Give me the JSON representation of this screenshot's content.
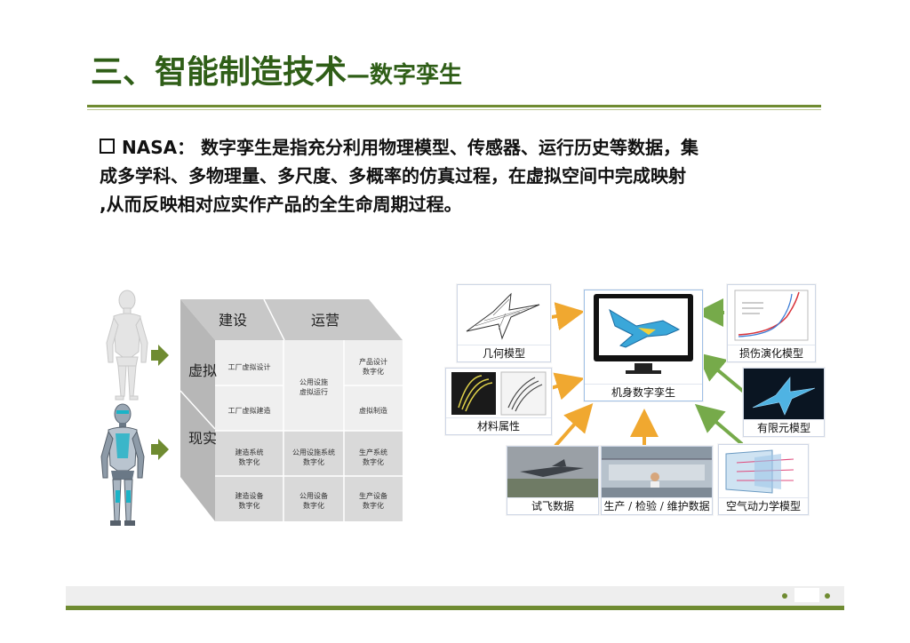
{
  "title": {
    "main": "三、智能制造技术",
    "dash": "—",
    "sub": "数字孪生"
  },
  "paragraph": {
    "lines": [
      "NASA：  数字孪生是指充分利用物理模型、传感器、运行历史等数据，集",
      "成多学科、多物理量、多尺度、多概率的仿真过程，在虚拟空间中完成映射",
      ",从而反映相对应实作产品的全生命周期过程。"
    ]
  },
  "cube": {
    "top_labels": [
      "建设",
      "运营"
    ],
    "side_labels": [
      "虚拟",
      "现实"
    ],
    "cells": {
      "r1c1": "工厂虚拟设计",
      "r1c3": "产品设计\n数字化",
      "r12c2": "公用设施\n虚拟运行",
      "r2c1": "工厂虚拟建造",
      "r2c3": "虚拟制造",
      "r3c1": "建造系统\n数字化",
      "r3c2": "公用设施系统\n数字化",
      "r3c3": "生产系统\n数字化",
      "r4c1": "建造设备\n数字化",
      "r4c2": "公用设备\n数字化",
      "r4c3": "生产设备\n数字化"
    }
  },
  "twin": {
    "center": "机身数字孪生",
    "panels": {
      "geometry": "几何模型",
      "material": "材料属性",
      "flight": "试飞数据",
      "production": "生产 / 检验 / 维护数据",
      "aero": "空气动力学模型",
      "fem": "有限元模型",
      "damage": "损伤演化模型"
    }
  },
  "colors": {
    "title_green": "#2f5e17",
    "rule_green": "#6f8b31",
    "arrow_orange": "#f0a830",
    "arrow_green": "#76aa4a"
  }
}
